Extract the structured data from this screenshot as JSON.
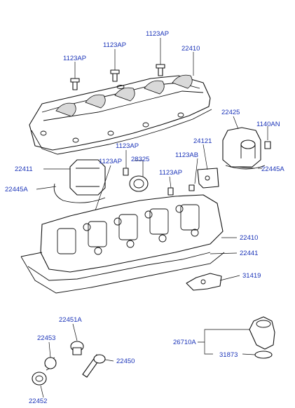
{
  "labels": [
    "1123AP",
    "1123AP",
    "1123AP",
    "22410",
    "22425",
    "1140AN",
    "24121",
    "1123AP",
    "1123AB",
    "1123AP",
    "28325",
    "22411",
    "22445A",
    "1123AP",
    "22445A",
    "22410",
    "22441",
    "31419",
    "22451A",
    "22453",
    "26710A",
    "31873",
    "22450",
    "22452"
  ],
  "colors": {
    "label_text": "#1a33b8",
    "line_art": "#111111",
    "background": "#ffffff"
  }
}
